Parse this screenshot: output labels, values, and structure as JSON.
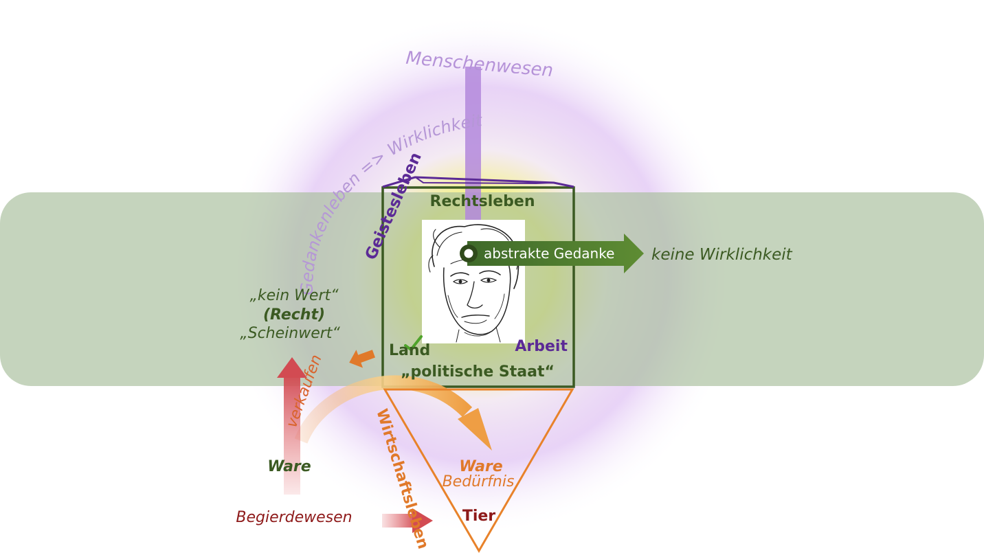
{
  "labels": {
    "menschenwesen": "Menschenwesen",
    "gedankenleben": "Gedankenleben => Wirklichkeit",
    "geistesleben": "Geistesleben",
    "rechtsleben": "Rechtsleben",
    "abstrakte_gedanke": "abstrakte Gedanke",
    "keine_wirklichkeit": "keine Wirklichkeit",
    "kein_wert": "„kein Wert“",
    "recht": "(Recht)",
    "scheinwert": "„Scheinwert“",
    "land": "Land",
    "arbeit": "Arbeit",
    "politische_staat": "„politische Staat“",
    "verkaufen": "verkaufen",
    "wirtschaftsleben": "Wirtschaftsleben",
    "ware_left": "Ware",
    "ware_right": "Ware",
    "beduerfnis": "Bedürfnis",
    "tier": "Tier",
    "begierdewesen": "Begierdewesen"
  },
  "colors": {
    "band": "#a9bf9d",
    "dark_green": "#3b5a22",
    "purple": "#5b2a96",
    "light_purple": "#b597d6",
    "orange": "#e88a2e",
    "dark_red": "#8e1a1a",
    "red_arrow": "#d9545a",
    "halo_yellow": "#f3f17a",
    "halo_purple": "#dcb8f2"
  },
  "portrait": {
    "icon": "portrait-sketch-icon"
  }
}
